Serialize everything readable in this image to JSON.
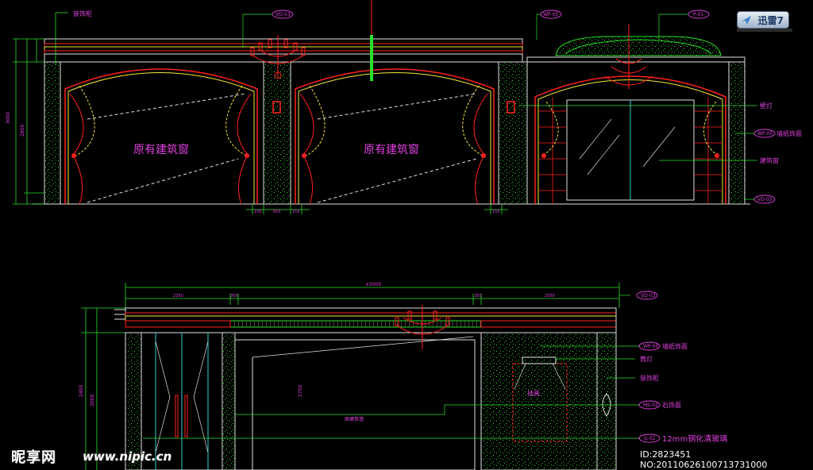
{
  "badge": {
    "label": "迅雷7"
  },
  "watermark": {
    "brand": "昵享网",
    "url": "www.nipic.cn",
    "id_text": "ID:2823451 NO:20110626100713731000"
  },
  "top_elevation": {
    "label_cabinet": "装饰柜",
    "window_left": "原有建筑窗",
    "window_right": "原有建筑窗",
    "tag_vd1": "VD-03",
    "tag_wp1": "WP-05",
    "tag_p1": "P-01",
    "tag_wp2": "WP-05",
    "tag_vd2": "VD-05",
    "callout_lamp": "壁灯",
    "callout_wallpaper": "墙纸饰面",
    "callout_window": "建筑窗",
    "dim_height": "3000",
    "dim_lower": "2800",
    "dims_bottom": [
      "150",
      "650",
      "150",
      "150"
    ]
  },
  "bottom_elevation": {
    "dim_total": "±5000",
    "dims_top": [
      "2350",
      "350",
      "350",
      "2350"
    ],
    "tag_vd": "VD-03",
    "center_label": "原建筑墙",
    "inner_label": "挂画",
    "callouts": [
      {
        "tag": "WP-05",
        "text": "墙纸饰面"
      },
      {
        "tag": "",
        "text": "筒灯"
      },
      {
        "tag": "",
        "text": "装饰柜"
      },
      {
        "tag": "MS-02",
        "text": "石饰面"
      },
      {
        "tag": "G-02",
        "text": "12mm钢化清玻璃"
      }
    ],
    "dim_left": "2400",
    "dim_mid": "2700",
    "dim_sub": "2000"
  },
  "colors": {
    "yellow": "#f3e93a",
    "red": "#ff2020",
    "green": "#28e028",
    "magenta": "#e040e0",
    "cyan": "#30d0d0",
    "white": "#ffffff"
  }
}
